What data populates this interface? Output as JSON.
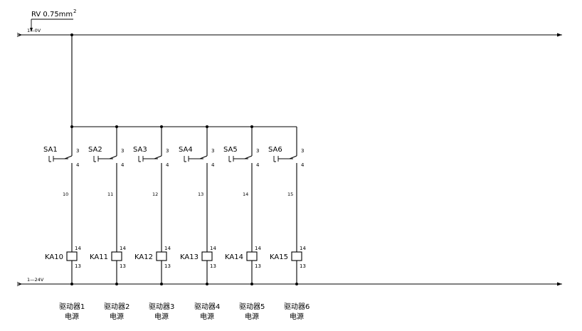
{
  "cable_spec": {
    "label": "RV  0.75mm",
    "superscript": "2"
  },
  "rail_top": {
    "label": "1—0V"
  },
  "rail_bottom": {
    "label": "1—24V"
  },
  "branches": [
    {
      "switch": "SA1",
      "terminal_top": "3",
      "terminal_bottom": "4",
      "wire_no": "10",
      "coil_top": "14",
      "relay": "KA10",
      "coil_bottom": "13",
      "caption_line1": "驱动器1",
      "caption_line2": "电源"
    },
    {
      "switch": "SA2",
      "terminal_top": "3",
      "terminal_bottom": "4",
      "wire_no": "11",
      "coil_top": "14",
      "relay": "KA11",
      "coil_bottom": "13",
      "caption_line1": "驱动器2",
      "caption_line2": "电源"
    },
    {
      "switch": "SA3",
      "terminal_top": "3",
      "terminal_bottom": "4",
      "wire_no": "12",
      "coil_top": "14",
      "relay": "KA12",
      "coil_bottom": "13",
      "caption_line1": "驱动器3",
      "caption_line2": "电源"
    },
    {
      "switch": "SA4",
      "terminal_top": "3",
      "terminal_bottom": "4",
      "wire_no": "13",
      "coil_top": "14",
      "relay": "KA13",
      "coil_bottom": "13",
      "caption_line1": "驱动器4",
      "caption_line2": "电源"
    },
    {
      "switch": "SA5",
      "terminal_top": "3",
      "terminal_bottom": "4",
      "wire_no": "14",
      "coil_top": "14",
      "relay": "KA14",
      "coil_bottom": "13",
      "caption_line1": "驱动器5",
      "caption_line2": "电源"
    },
    {
      "switch": "SA6",
      "terminal_top": "3",
      "terminal_bottom": "4",
      "wire_no": "15",
      "coil_top": "14",
      "relay": "KA15",
      "coil_bottom": "13",
      "caption_line1": "驱动器6",
      "caption_line2": "电源"
    }
  ]
}
